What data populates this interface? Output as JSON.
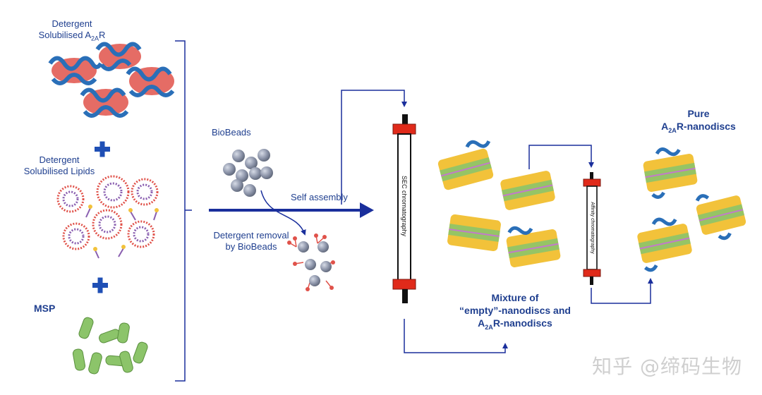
{
  "labels": {
    "detergent_receptor_1": "Detergent",
    "detergent_receptor_2a": "Solubilised A",
    "detergent_receptor_sub": "2A",
    "detergent_receptor_2b": "R",
    "detergent_lipids_1": "Detergent",
    "detergent_lipids_2": "Solubilised Lipids",
    "msp": "MSP",
    "biobeads": "BioBeads",
    "self_assembly": "Self assembly",
    "removal_1": "Detergent removal",
    "removal_2": "by BioBeads",
    "sec_column": "SEC chromatography",
    "affinity_column": "Affinity chromatography",
    "mixture_1": "Mixture of",
    "mixture_2": "“empty”-nanodiscs and",
    "mixture_3a": "A",
    "mixture_3sub": "2A",
    "mixture_3b": "R-nanodiscs",
    "pure_1": "Pure",
    "pure_2a": "A",
    "pure_2sub": "2A",
    "pure_2b": "R-nanodiscs"
  },
  "watermark": "知乎 @缔码生物",
  "colors": {
    "text": "#1f3f8f",
    "arrow": "#1a2f9c",
    "plus": "#1f4fb5",
    "column_cap": "#e02a1a",
    "lipid_head": "#f2c23a",
    "protein": "#2a6fb8",
    "msp": "#8cc46a",
    "micelle": "#e0524a"
  }
}
